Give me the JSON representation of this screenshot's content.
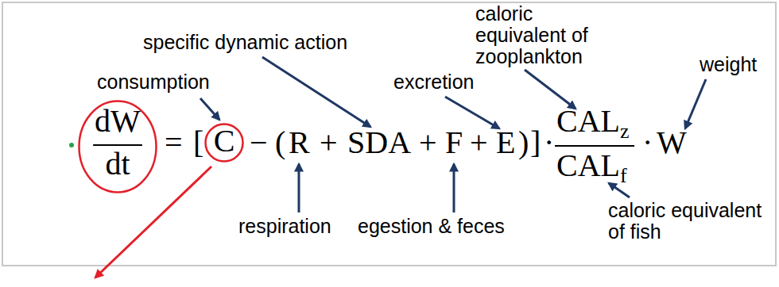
{
  "diagram": {
    "nodes": [
      {
        "text": [
          "dW",
          "dt"
        ]
      },
      {
        "text": [
          "C"
        ]
      }
    ],
    "labels": [
      "consumption",
      "specific dynamic action",
      "excretion",
      "caloric equivalent of zooplankton",
      "weight",
      "respiration",
      "egestion & feces",
      "caloric equivalent of fish",
      "=",
      "[",
      "−",
      "(",
      "R",
      "+",
      "SDA",
      "+",
      "F",
      "+",
      "E",
      ")",
      "]",
      "·",
      "CAL",
      "z",
      "CAL",
      "f",
      "·",
      "W"
    ]
  }
}
